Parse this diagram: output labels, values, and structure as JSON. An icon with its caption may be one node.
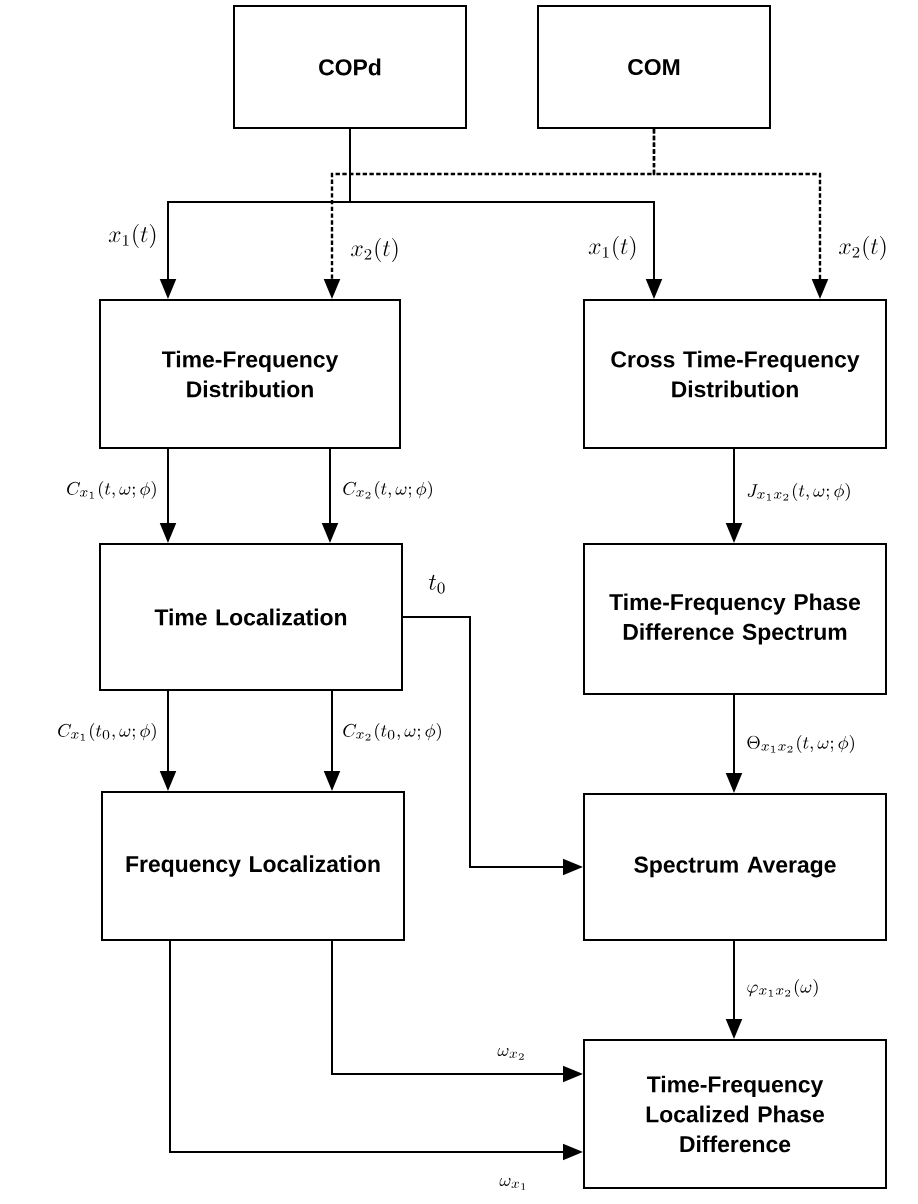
{
  "diagram": {
    "nodes": [
      {
        "text": [
          "COPd"
        ]
      },
      {
        "text": [
          "COM"
        ]
      },
      {
        "text": [
          "Time-Frequency Distribution"
        ]
      },
      {
        "text": [
          "Cross Time-Frequency Distribution"
        ]
      },
      {
        "text": [
          "Time Localization"
        ]
      },
      {
        "text": [
          "Time-Frequency Phase Difference Spectrum"
        ]
      },
      {
        "text": [
          "Frequency Localization"
        ]
      },
      {
        "text": [
          "Spectrum Average"
        ]
      },
      {
        "text": [
          "Time-Frequency Localized Phase Difference"
        ]
      }
    ],
    "edges": [
      {
        "from": 0,
        "to": 2,
        "arrow": "to",
        "label": "x_1(t)"
      },
      {
        "from": 0,
        "to": 3,
        "arrow": "to",
        "label": "x_1(t)"
      },
      {
        "from": 1,
        "to": 2,
        "arrow": "to",
        "label": "x_2(t)",
        "style": "dashed"
      },
      {
        "from": 1,
        "to": 3,
        "arrow": "to",
        "label": "x_2(t)",
        "style": "dashed"
      },
      {
        "from": 2,
        "to": 4,
        "arrow": "to",
        "label": "C_{x_1}(t,\\omega;\\phi)"
      },
      {
        "from": 2,
        "to": 4,
        "arrow": "to",
        "label": "C_{x_2}(t,\\omega;\\phi)"
      },
      {
        "from": 3,
        "to": 5,
        "arrow": "to",
        "label": "J_{x_1x_2}(t,\\omega;\\phi)"
      },
      {
        "from": 4,
        "to": 7,
        "arrow": "to",
        "label": "t_0"
      },
      {
        "from": 5,
        "to": 7,
        "arrow": "to",
        "label": "\\Theta_{x_1x_2}(t,\\omega;\\phi)"
      },
      {
        "from": 4,
        "to": 6,
        "arrow": "to",
        "label": "C_{x_1}(t_0,\\omega;\\phi)"
      },
      {
        "from": 4,
        "to": 6,
        "arrow": "to",
        "label": "C_{x_2}(t_0,\\omega;\\phi)"
      },
      {
        "from": 7,
        "to": 8,
        "arrow": "to",
        "label": "\\varphi_{x_1x_2}(\\omega)"
      },
      {
        "from": 6,
        "to": 8,
        "arrow": "to",
        "label": "\\omega_{x_2}"
      },
      {
        "from": 6,
        "to": 8,
        "arrow": "to",
        "label": "\\omega_{x_1}"
      }
    ]
  }
}
